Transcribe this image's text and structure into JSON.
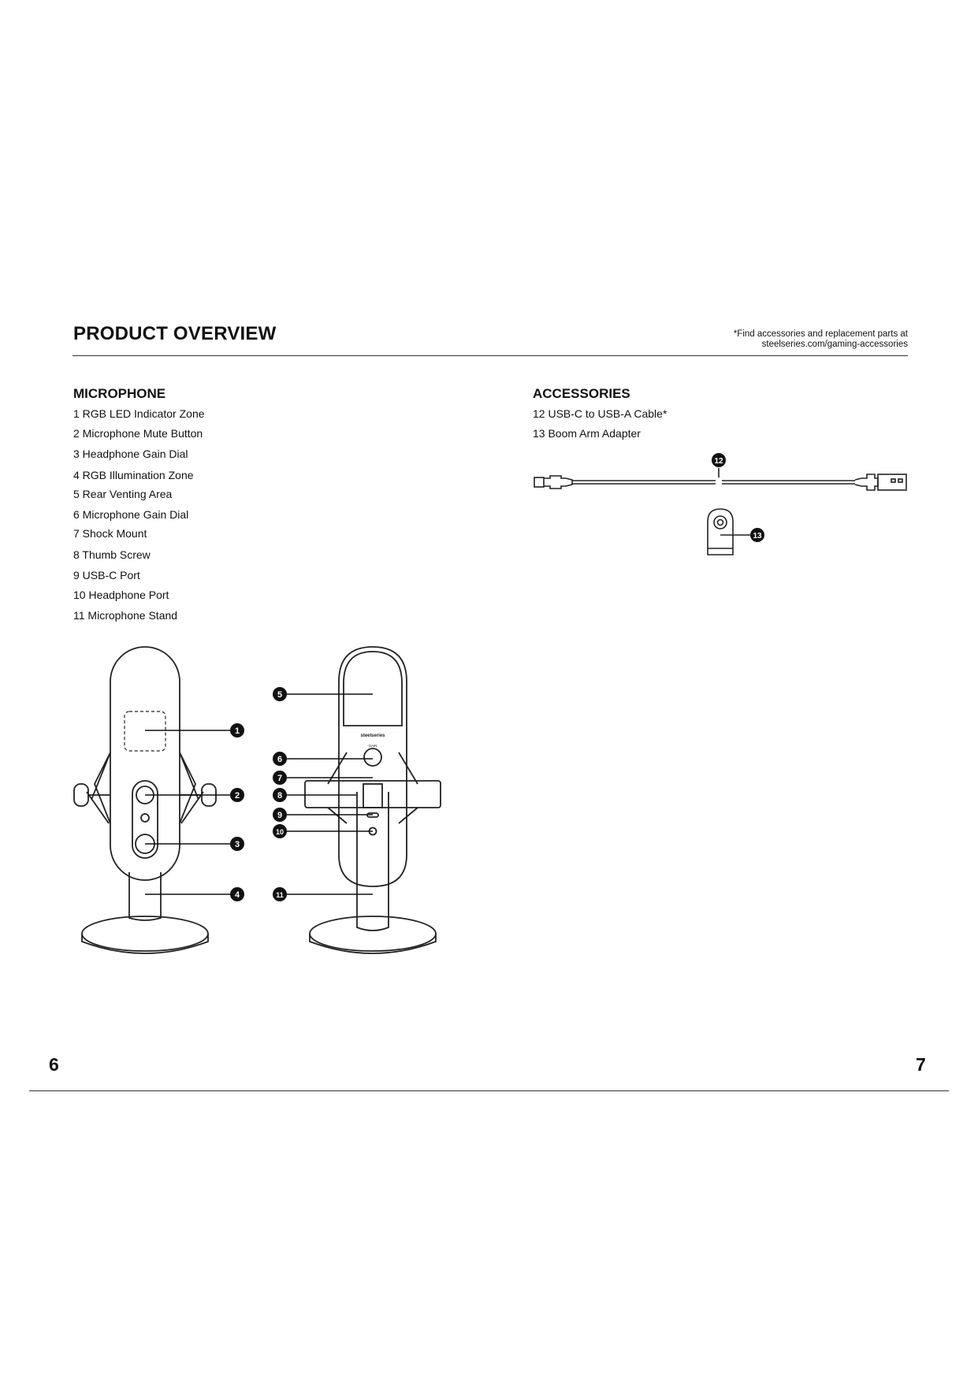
{
  "header": {
    "title": "PRODUCT OVERVIEW",
    "note_line1": "*Find accessories and replacement parts at",
    "note_line2": "steelseries.com/gaming-accessories"
  },
  "microphone": {
    "heading": "MICROPHONE",
    "items": [
      "1  RGB LED Indicator Zone",
      "2  Microphone Mute Button",
      "3  Headphone Gain Dial",
      "4  RGB Illumination Zone",
      "5  Rear Venting Area",
      "6  Microphone Gain Dial",
      "7  Shock Mount",
      "8  Thumb Screw",
      "9  USB-C Port",
      "10  Headphone Port",
      "11  Microphone Stand"
    ]
  },
  "accessories": {
    "heading": "ACCESSORIES",
    "items": [
      "12  USB-C to USB-A Cable*",
      "13  Boom Arm Adapter"
    ]
  },
  "diagram": {
    "brand_logo": "steelseries",
    "gain_label": "GAIN",
    "callouts": [
      "1",
      "2",
      "3",
      "4",
      "5",
      "6",
      "7",
      "8",
      "9",
      "10",
      "11",
      "12",
      "13"
    ]
  },
  "footer": {
    "page_left": "6",
    "page_right": "7"
  }
}
